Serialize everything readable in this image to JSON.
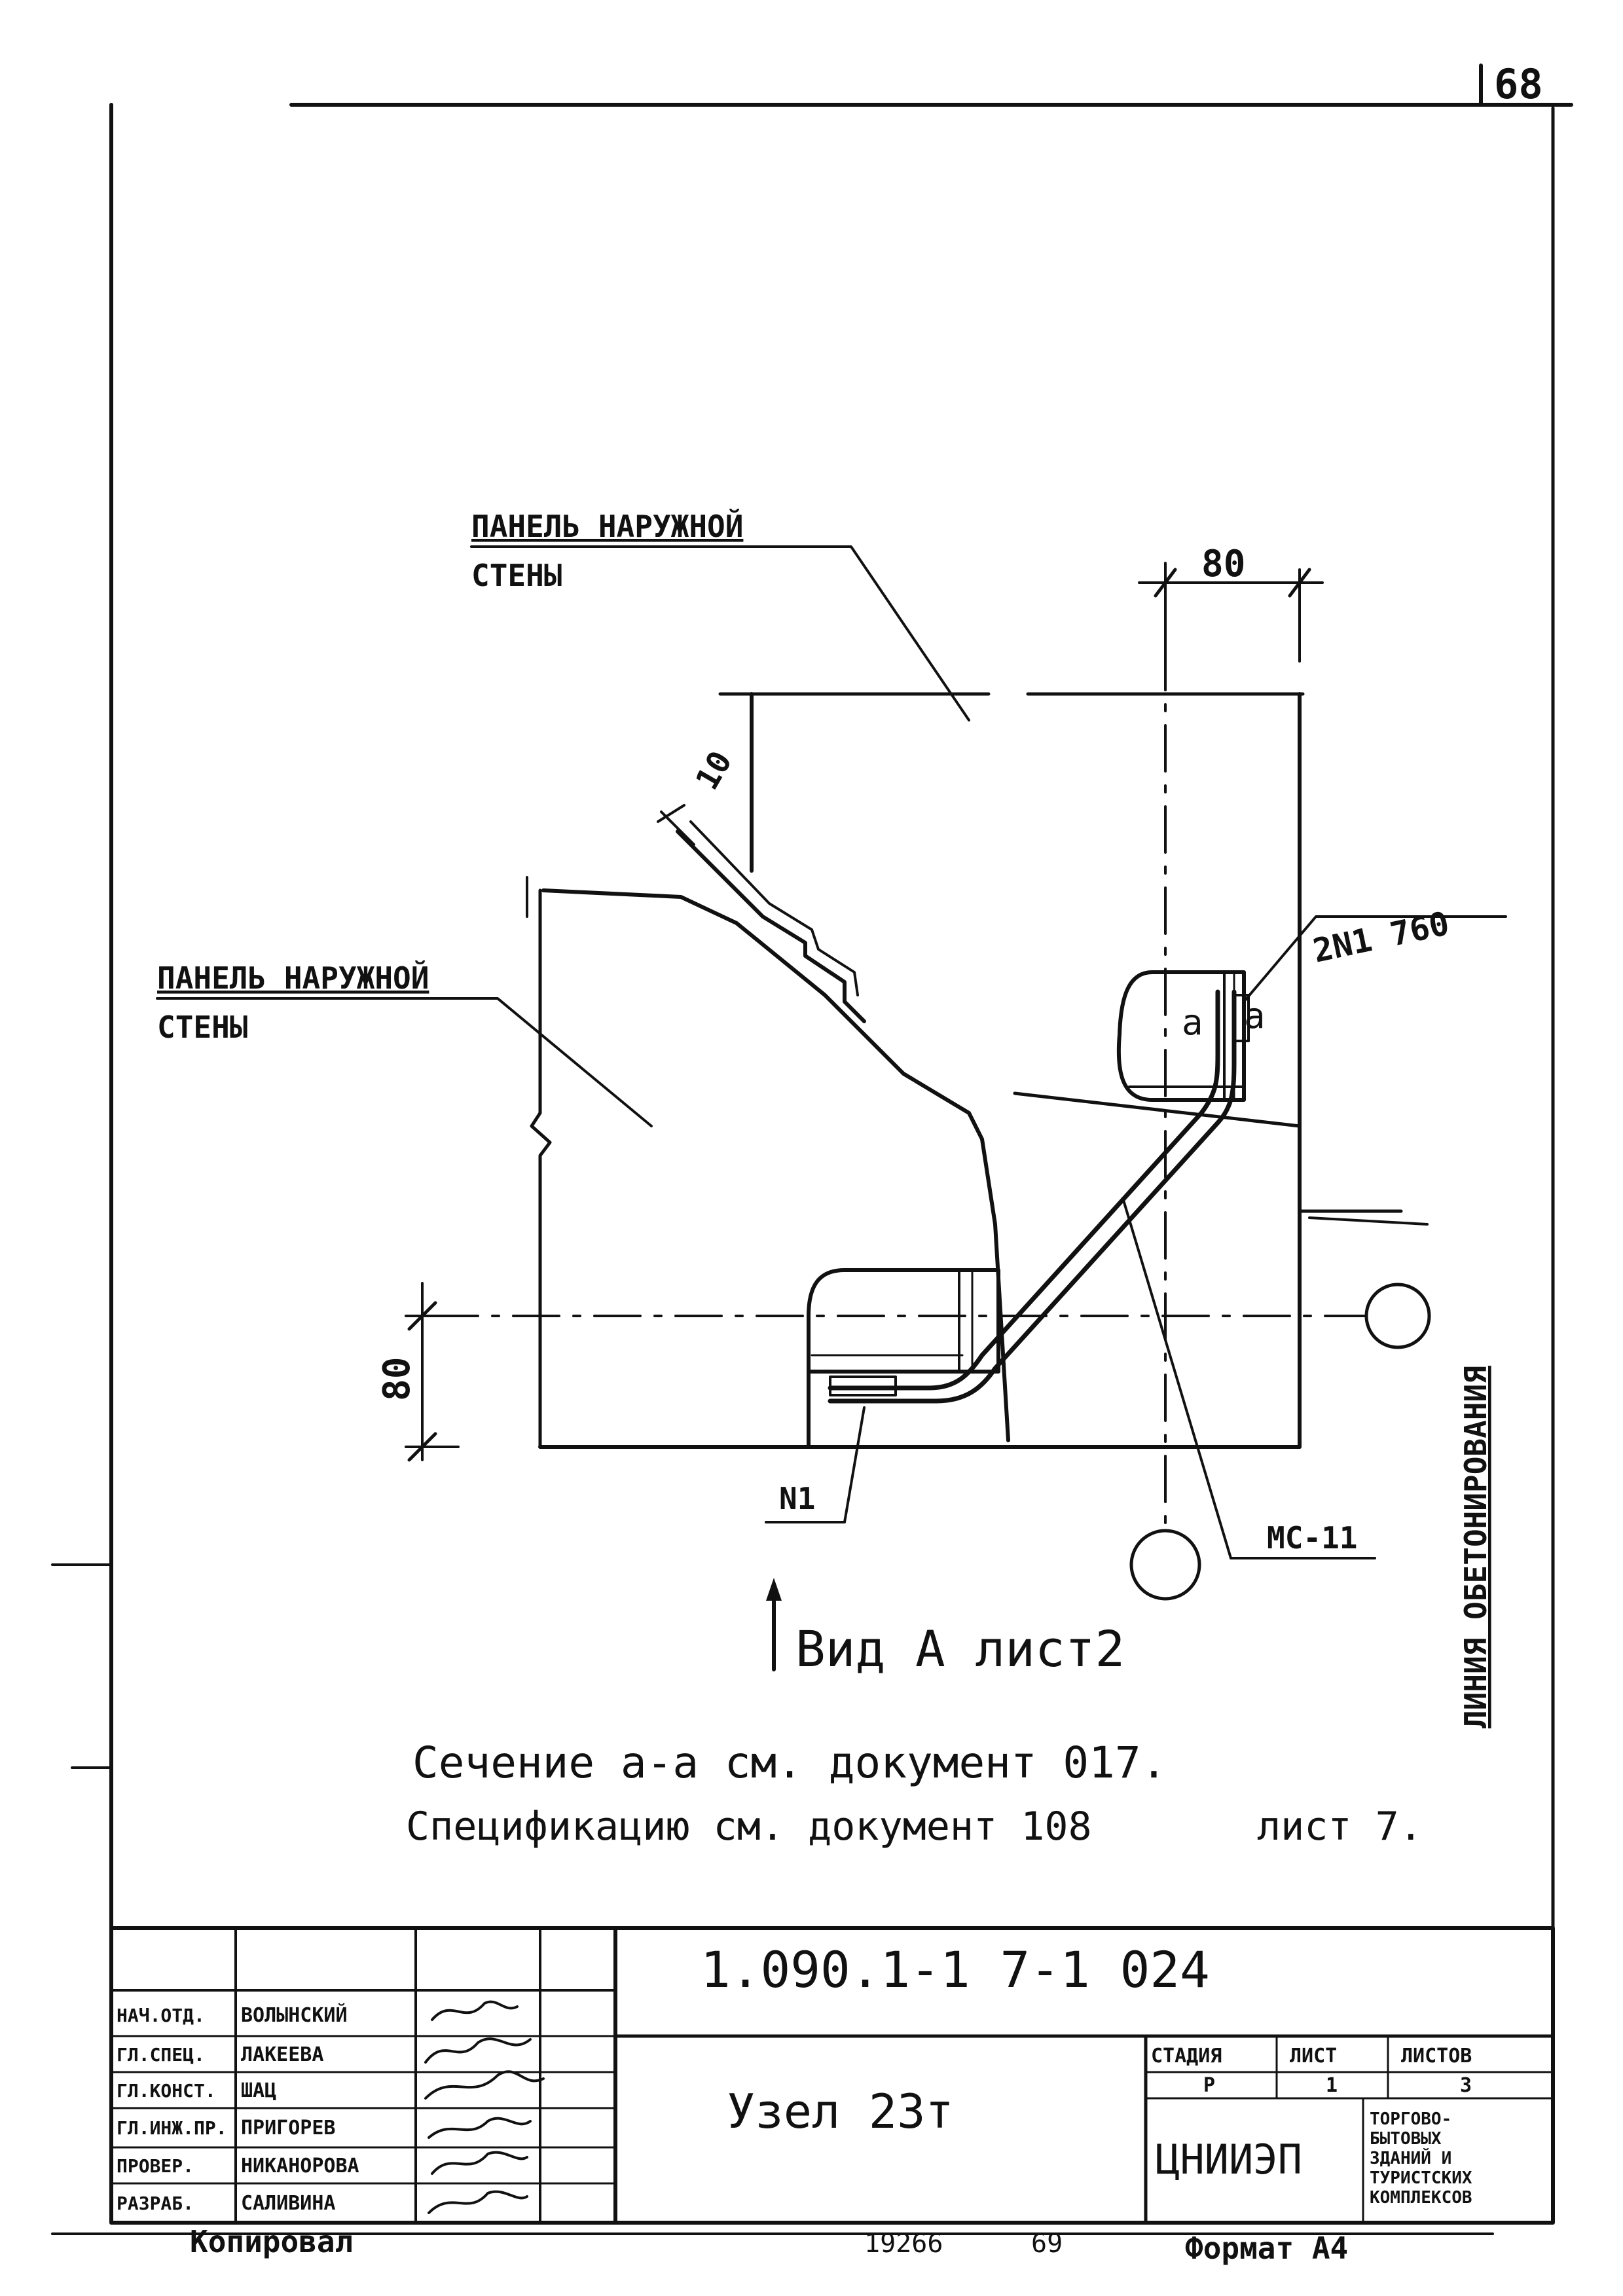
{
  "sheet": {
    "sheet_number": "68"
  },
  "labels": {
    "panel_upper_line1": "ПАНЕЛЬ НАРУЖНОЙ",
    "panel_upper_line2": "СТЕНЫ",
    "panel_left_line1": "ПАНЕЛЬ НАРУЖНОЙ",
    "panel_left_line2": "СТЕНЫ",
    "dim_top": "80",
    "dim_left": "80",
    "dim_weld": "10",
    "weld_callout": "2N1 760",
    "section_mark_right": "a",
    "section_mark_left": "a",
    "part_n1": "N1",
    "part_mc": "МС-11",
    "concreting_line": "ЛИНИЯ ОБЕТОНИРОВАНИЯ",
    "view_a": "Вид А лист2"
  },
  "notes": {
    "line1": "Сечение a-a см. документ 017.",
    "line2": "Спецификацию см. документ 108",
    "line2_sheet": "лист 7."
  },
  "titleblock": {
    "doc_code": "1.090.1-1 7-1 024",
    "title": "Узел 23т",
    "stage_header": "СТАДИЯ",
    "sheet_header": "ЛИСТ",
    "sheets_header": "ЛИСТОВ",
    "stage": "Р",
    "sheet": "1",
    "sheets": "3",
    "org_logo": "ЦНИИЭП",
    "org_line1": "ТОРГОВО-",
    "org_line2": "БЫТОВЫХ",
    "org_line3": "ЗДАНИЙ И",
    "org_line4": "ТУРИСТСКИХ",
    "org_line5": "КОМПЛЕКСОВ",
    "staff": [
      {
        "role": "НАЧ.ОТД.",
        "name": "ВОЛЫНСКИЙ"
      },
      {
        "role": "ГЛ.СПЕЦ.",
        "name": "ЛАКЕЕВА"
      },
      {
        "role": "ГЛ.КОНСТ.",
        "name": "ШАЦ"
      },
      {
        "role": "ГЛ.ИНЖ.ПР.",
        "name": "ПРИГОРЕВ"
      },
      {
        "role": "ПРОВЕР.",
        "name": "НИКАНОРОВА"
      },
      {
        "role": "РАЗРАБ.",
        "name": "САЛИВИНА"
      }
    ]
  },
  "footer": {
    "copied": "Копировал",
    "order_no": "19266",
    "order_sheet": "69",
    "format": "Формат А4"
  }
}
